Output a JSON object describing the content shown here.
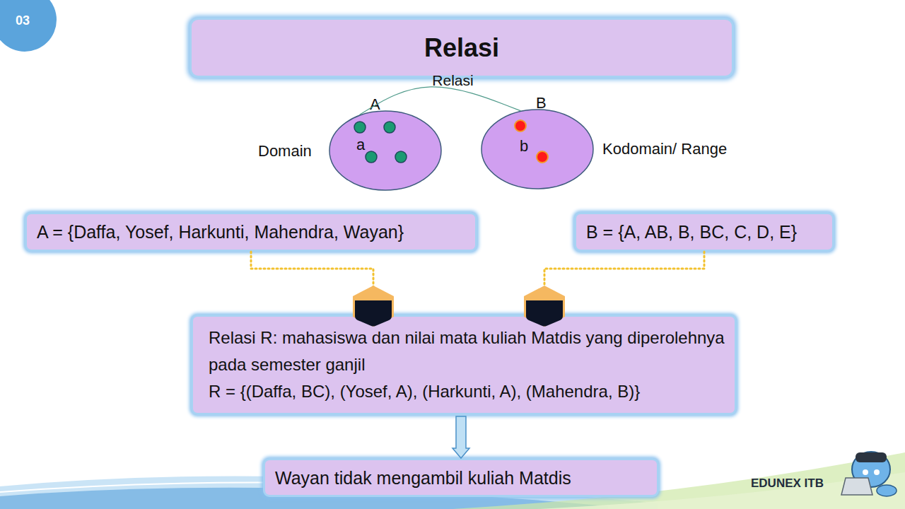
{
  "diagram": {
    "title": "Relasi",
    "nodes": [
      {
        "text": [
          "A",
          "a"
        ]
      },
      {
        "text": [
          "B",
          "b"
        ]
      },
      {
        "text": [
          "A = {Daffa, Yosef, Harkunti, Mahendra, Wayan}"
        ]
      },
      {
        "text": [
          "B = {A, AB, B, BC, C, D, E}"
        ]
      },
      {
        "text": [
          "Relasi R: mahasiswa dan nilai mata kuliah Matdis yang diperolehnya pada semester ganjil",
          "R = {(Daffa, BC), (Yosef, A), (Harkunti, A), (Mahendra, B)}"
        ]
      },
      {
        "text": [
          "Wayan tidak mengambil kuliah Matdis"
        ]
      }
    ],
    "edges": [
      {
        "from": 0,
        "to": 1,
        "label": "Relasi",
        "arrow": "none"
      },
      {
        "from": 2,
        "to": 4,
        "arrow": "none"
      },
      {
        "from": 3,
        "to": 4,
        "arrow": "none"
      },
      {
        "from": 4,
        "to": 5,
        "arrow": "to"
      }
    ],
    "labels": [
      "03",
      "Domain",
      "Kodomain/ Range",
      "EDUNEX ITB"
    ]
  }
}
